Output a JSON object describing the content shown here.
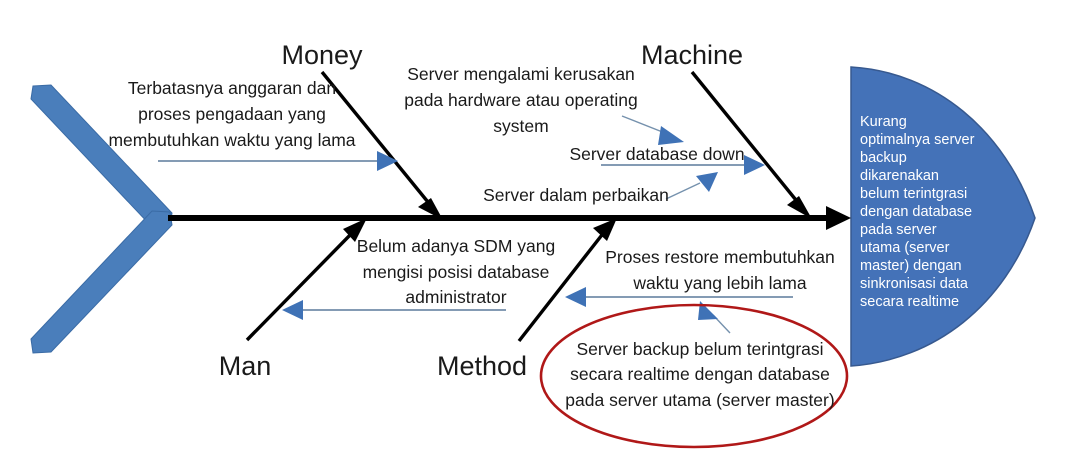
{
  "diagram": {
    "type": "fishbone-ishikawa",
    "title_effect": "Kurang optimalnya server backup dikarenakan belum terintgrasi dengan database pada server utama (server master) dengan sinkronisasi data secara realtime",
    "colors": {
      "tail": "#4A7EBB",
      "head": "#4472B8",
      "spine": "#000000",
      "bone": "#000000",
      "sub_arrow": "#3F72B6",
      "sub_line": "#5B7A9B",
      "highlight": "#B01818",
      "background": "#FFFFFF",
      "head_text": "#FFFFFF",
      "label_text": "#1A1A1A"
    }
  },
  "categories": [
    {
      "id": "money",
      "label": "Money"
    },
    {
      "id": "machine",
      "label": "Machine"
    },
    {
      "id": "man",
      "label": "Man"
    },
    {
      "id": "method",
      "label": "Method"
    }
  ],
  "causes": {
    "money": [
      {
        "id": "money-cause-1",
        "lines": [
          "Terbatasnya anggaran dan",
          "proses pengadaan yang",
          "membutuhkan waktu yang lama"
        ]
      }
    ],
    "machine": [
      {
        "id": "machine-cause-1",
        "lines": [
          "Server mengalami kerusakan",
          "pada hardware atau operating",
          "system"
        ]
      },
      {
        "id": "machine-cause-2",
        "lines": [
          "Server database down"
        ]
      },
      {
        "id": "machine-cause-3",
        "lines": [
          "Server dalam perbaikan"
        ]
      }
    ],
    "man": [
      {
        "id": "man-cause-1",
        "lines": [
          "Belum adanya SDM yang",
          "mengisi posisi database",
          "administrator"
        ]
      }
    ],
    "method": [
      {
        "id": "method-cause-1",
        "lines": [
          "Proses restore membutuhkan",
          "waktu yang lebih lama"
        ]
      },
      {
        "id": "method-cause-2",
        "lines": [
          "Server backup belum terintgrasi",
          "secara realtime dengan database",
          "pada server utama (server master)"
        ],
        "highlighted": true
      }
    ]
  },
  "effect": {
    "id": "fish-head-effect",
    "lines": [
      "Kurang",
      "optimalnya server",
      "backup",
      "dikarenakan",
      "belum terintgrasi",
      "dengan database",
      "pada server",
      "utama (server",
      "master) dengan",
      "sinkronisasi data",
      "secara realtime"
    ]
  },
  "text_nodes": {
    "label_money": "Money",
    "label_machine": "Machine",
    "label_man": "Man",
    "label_method": "Method",
    "money_l1": "Terbatasnya anggaran dan",
    "money_l2": "proses pengadaan yang",
    "money_l3": "membutuhkan waktu yang lama",
    "machine_a_l1": "Server mengalami kerusakan",
    "machine_a_l2": "pada hardware atau operating",
    "machine_a_l3": "system",
    "machine_b_l1": "Server database down",
    "machine_c_l1": "Server dalam perbaikan",
    "man_l1": "Belum adanya SDM yang",
    "man_l2": "mengisi posisi database",
    "man_l3": "administrator",
    "method_a_l1": "Proses restore membutuhkan",
    "method_a_l2": "waktu yang lebih lama",
    "method_b_l1": "Server backup belum terintgrasi",
    "method_b_l2": "secara realtime dengan database",
    "method_b_l3": "pada server utama (server master)",
    "head_l1": "Kurang",
    "head_l2": "optimalnya server",
    "head_l3": "backup",
    "head_l4": "dikarenakan",
    "head_l5": "belum terintgrasi",
    "head_l6": "dengan database",
    "head_l7": "pada server",
    "head_l8": "utama (server",
    "head_l9": "master) dengan",
    "head_l10": "sinkronisasi data",
    "head_l11": "secara realtime"
  }
}
